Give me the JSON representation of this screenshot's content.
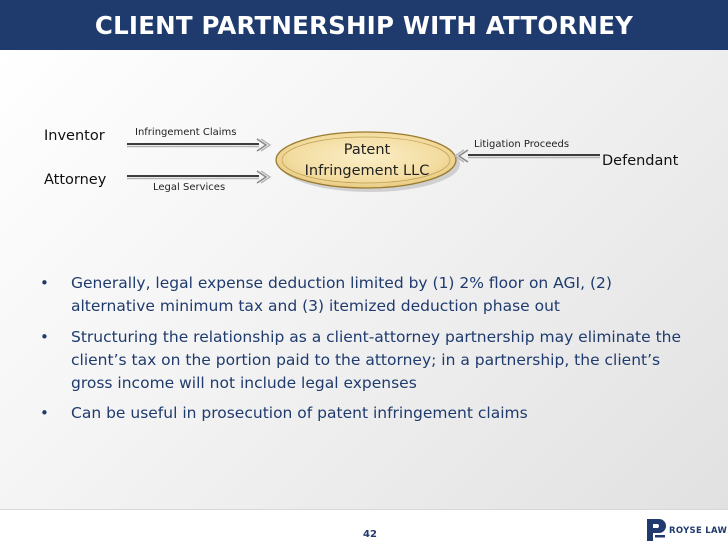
{
  "slide": {
    "title": "CLIENT PARTNERSHIP WITH ATTORNEY",
    "page_number": "42"
  },
  "diagram": {
    "inventor": "Inventor",
    "attorney": "Attorney",
    "defendant": "Defendant",
    "center_line1": "Patent",
    "center_line2": "Infringement LLC",
    "infringement_claims": "Infringement Claims",
    "legal_services": "Legal Services",
    "litigation_proceeds": "Litigation Proceeds"
  },
  "bullets": [
    "Generally, legal expense deduction limited by (1) 2% floor on AGI, (2) alternative minimum tax and (3) itemized deduction phase out",
    "Structuring the relationship as a client-attorney partnership may eliminate the client’s tax on the portion paid to the attorney; in a partnership, the client’s gross income will not include legal expenses",
    "Can be useful in prosecution of patent infringement claims"
  ],
  "bullet_symbol": "•",
  "logo": {
    "text": "ROYSE LAW",
    "icon": "royse-law-logo-icon"
  },
  "colors": {
    "title_bar": "#1f3b6e",
    "bullet_text": "#1f3b6e",
    "center_fill": "#f3dca0",
    "center_border": "#9a7a2e"
  }
}
